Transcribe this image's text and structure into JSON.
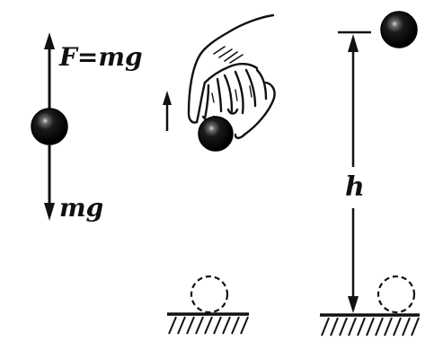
{
  "labels": {
    "force_up": "F=mg",
    "force_down": "mg",
    "height": "h"
  },
  "colors": {
    "ink": "#111111",
    "paper": "#ffffff"
  },
  "icons": {
    "hand": "hand-icon",
    "ball": "ball-icon",
    "ground": "hatched-ground-icon"
  }
}
